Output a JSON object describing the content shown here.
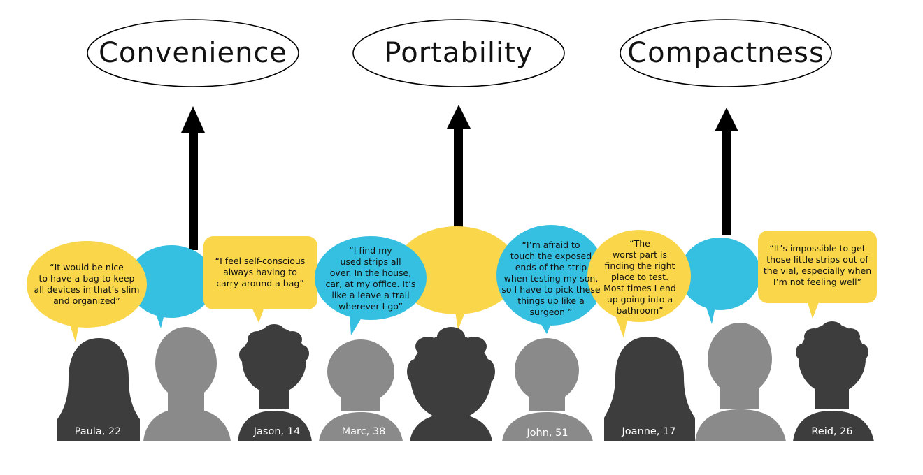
{
  "themes": [
    {
      "label": "Convenience"
    },
    {
      "label": "Portability"
    },
    {
      "label": "Compactness"
    }
  ],
  "quotes": [
    {
      "text": "“It would be nice\nto have a bag to keep\nall devices in that’s slim\nand organized”",
      "color": "#f9d64a"
    },
    {
      "text": "“I feel self-conscious\nalways having to\ncarry around a bag”",
      "color": "#f9d64a"
    },
    {
      "text": "“I find my\nused strips all\nover. In the house,\ncar, at my office. It’s\nlike a leave a trail\nwherever I go”",
      "color": "#35bfe0"
    },
    {
      "text": "“I’m afraid to\ntouch the exposed\nends of the strip\nwhen testing my son,\nso I have to pick these\nthings up like a\nsurgeon ”",
      "color": "#35bfe0"
    },
    {
      "text": "“The\nworst part is\nfinding the right\nplace to test.\nMost times I end\nup going into a\nbathroom”",
      "color": "#f9d64a"
    },
    {
      "text": "“It’s impossible to get\nthose little strips out of\nthe vial, especially when\nI’m not feeling well”",
      "color": "#f9d64a"
    }
  ],
  "people": [
    {
      "name": "Paula, 22"
    },
    {
      "name": "Jason, 14"
    },
    {
      "name": "Marc, 38"
    },
    {
      "name": "John, 51"
    },
    {
      "name": "Joanne, 17"
    },
    {
      "name": "Reid, 26"
    }
  ],
  "colors": {
    "yellow": "#f9d64a",
    "blue": "#35bfe0",
    "dark_silhouette": "#3d3d3d",
    "light_silhouette": "#8a8a8a",
    "arrow": "#000000"
  }
}
